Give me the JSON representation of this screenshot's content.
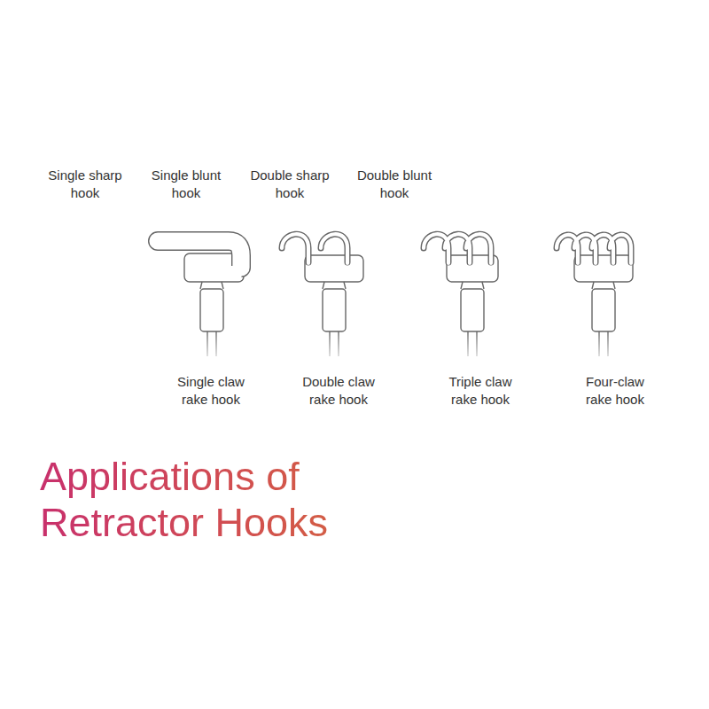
{
  "diagram": {
    "title": "Applications of Retractor Hooks",
    "labels": [
      "Single sharp hook",
      "Single blunt hook",
      "Double sharp hook",
      "Double blunt hook",
      "Single claw rake hook",
      "Double claw rake hook",
      "Triple claw rake hook",
      "Four-claw rake hook"
    ]
  }
}
